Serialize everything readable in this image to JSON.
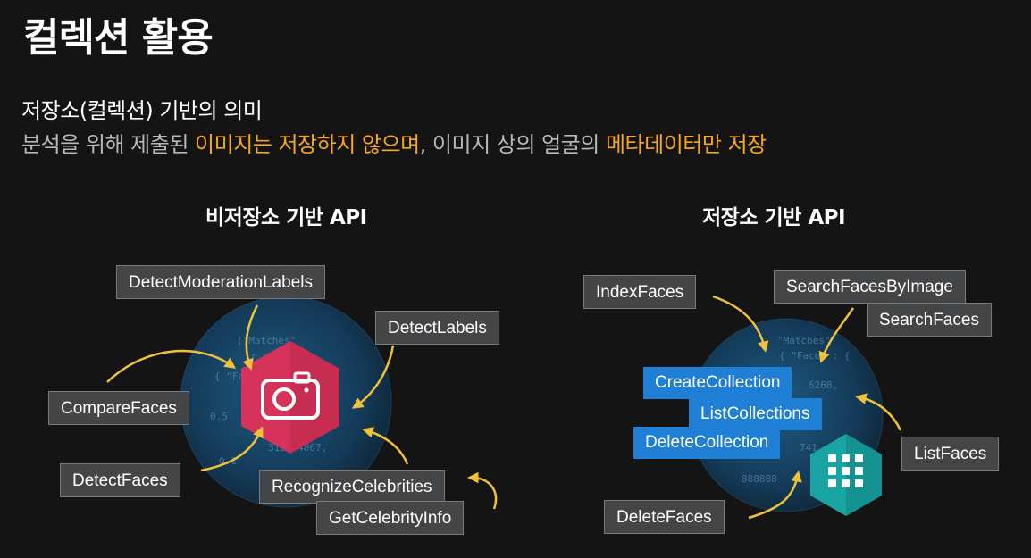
{
  "title": "컬렉션 활용",
  "subtitle": "저장소(컬렉션) 기반의 의미",
  "description": {
    "part1": "분석을 위해 제출된 ",
    "highlight1": "이미지는 저장하지 않으며",
    "part2": ", 이미지 상의 얼굴의 ",
    "highlight2": "메타데이터만 저장"
  },
  "sections": {
    "non_storage": {
      "title": "비저장소 기반 API",
      "apis": [
        "DetectModerationLabels",
        "DetectLabels",
        "CompareFaces",
        "DetectFaces",
        "RecognizeCelebrities",
        "GetCelebrityInfo"
      ]
    },
    "storage": {
      "title": "저장소 기반 API",
      "apis": [
        "IndexFaces",
        "SearchFacesByImage",
        "SearchFaces",
        "ListFaces",
        "DeleteFaces"
      ],
      "collection_apis": [
        "CreateCollection",
        "ListCollections",
        "DeleteCollection"
      ]
    }
  },
  "colors": {
    "highlight": "#f5a623",
    "arrow": "#f0c23a",
    "rekognition_icon": "#d6335a",
    "collection_icon": "#1aa3a3",
    "collection_button": "#1f7fd4"
  },
  "icons": {
    "left_center": "camera-icon",
    "right_center": "grid-icon"
  }
}
